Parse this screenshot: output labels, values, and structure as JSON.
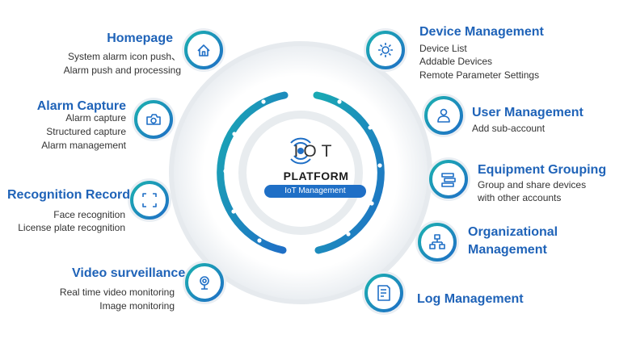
{
  "center": {
    "logo": "IOT",
    "title": "PLATFORM",
    "subtitle": "IoT Management"
  },
  "features_left": [
    {
      "title": "Homepage",
      "icon": "home-icon",
      "lines": [
        "System alarm icon push、",
        "Alarm push and processing"
      ]
    },
    {
      "title": "Alarm Capture",
      "icon": "camera-icon",
      "lines": [
        "Alarm capture",
        "Structured capture",
        "Alarm management"
      ]
    },
    {
      "title": "Recognition Record",
      "icon": "scan-frame-icon",
      "lines": [
        "Face  recognition",
        "License plate recognition"
      ]
    },
    {
      "title": "Video surveillance",
      "icon": "webcam-icon",
      "lines": [
        "Real time video monitoring",
        "Image monitoring"
      ]
    }
  ],
  "features_right": [
    {
      "title": "Device Management",
      "icon": "gear-icon",
      "lines": [
        "Device List",
        "Addable Devices",
        "Remote Parameter Settings"
      ]
    },
    {
      "title": "User Management",
      "icon": "user-icon",
      "lines": [
        "Add sub-account"
      ]
    },
    {
      "title": "Equipment Grouping",
      "icon": "group-list-icon",
      "lines": [
        "Group and share devices",
        "with other accounts"
      ]
    },
    {
      "title": "Organizational Management",
      "title_lines": [
        "Organizational",
        "Management"
      ],
      "icon": "org-chart-icon",
      "lines": []
    },
    {
      "title": "Log Management",
      "icon": "log-document-icon",
      "lines": []
    }
  ],
  "colors": {
    "title_blue": "#1f63b8",
    "teal": "#1aa3b5",
    "blue": "#1f6fc6",
    "ring_light": "#eef1f4"
  }
}
